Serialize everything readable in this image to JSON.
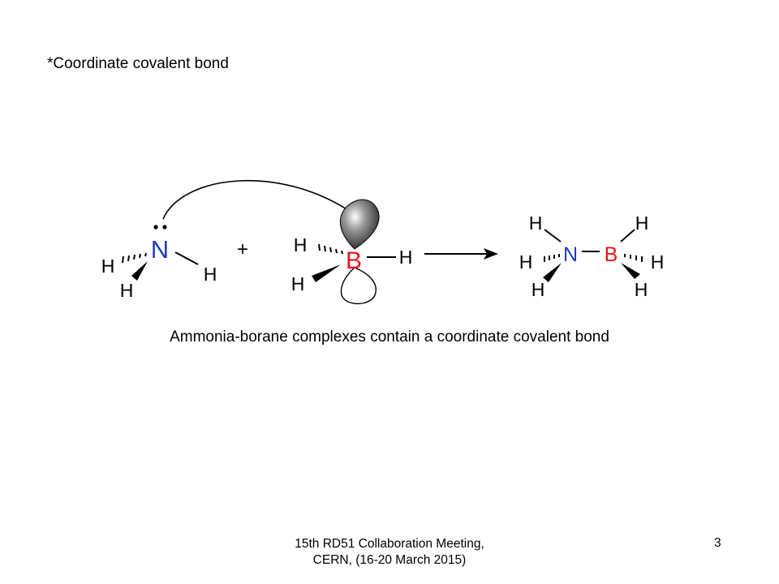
{
  "title": "*Coordinate covalent bond",
  "caption": "Ammonia-borane complexes contain a coordinate covalent bond",
  "footer": {
    "line1": "15th RD51 Collaboration Meeting,",
    "line2": "CERN, (16-20 March 2015)"
  },
  "page_number": "3",
  "scheme": {
    "plus": "+",
    "ammonia": {
      "N": "N",
      "H1": "H",
      "H2": "H",
      "H3": "H"
    },
    "borane": {
      "B": "B",
      "H1": "H",
      "H2": "H",
      "H3": "H"
    },
    "product": {
      "N": "N",
      "B": "B",
      "H1": "H",
      "H2": "H",
      "H3": "H",
      "H4": "H",
      "H5": "H",
      "H6": "H"
    }
  },
  "colors": {
    "nitrogen": "#1f3fbf",
    "boron": "#e8161b",
    "text": "#000000"
  }
}
